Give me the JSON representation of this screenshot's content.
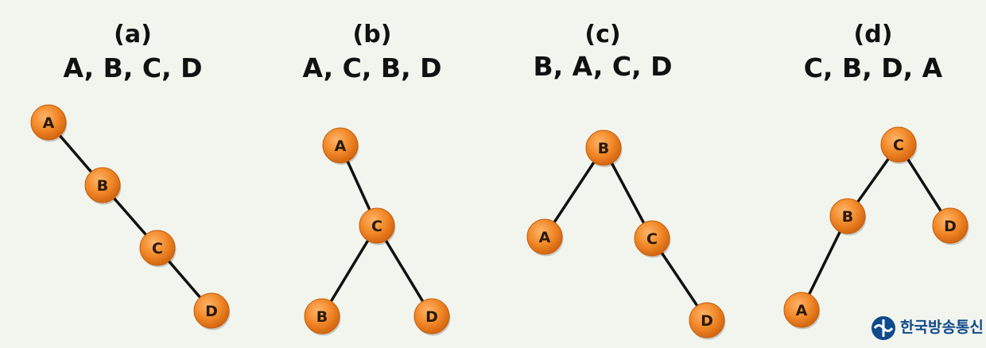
{
  "panels": [
    {
      "label": "(a)",
      "sequence": "A, B, C, D",
      "nodes": [
        {
          "id": "A",
          "label": "A"
        },
        {
          "id": "B",
          "label": "B"
        },
        {
          "id": "C",
          "label": "C"
        },
        {
          "id": "D",
          "label": "D"
        }
      ],
      "edges": [
        [
          "A",
          "B"
        ],
        [
          "B",
          "C"
        ],
        [
          "C",
          "D"
        ]
      ]
    },
    {
      "label": "(b)",
      "sequence": "A, C, B, D",
      "nodes": [
        {
          "id": "A",
          "label": "A"
        },
        {
          "id": "C",
          "label": "C"
        },
        {
          "id": "B",
          "label": "B"
        },
        {
          "id": "D",
          "label": "D"
        }
      ],
      "edges": [
        [
          "A",
          "C"
        ],
        [
          "C",
          "B"
        ],
        [
          "C",
          "D"
        ]
      ]
    },
    {
      "label": "(c)",
      "sequence": "B, A, C, D",
      "nodes": [
        {
          "id": "B",
          "label": "B"
        },
        {
          "id": "A",
          "label": "A"
        },
        {
          "id": "C",
          "label": "C"
        },
        {
          "id": "D",
          "label": "D"
        }
      ],
      "edges": [
        [
          "B",
          "A"
        ],
        [
          "B",
          "C"
        ],
        [
          "C",
          "D"
        ]
      ]
    },
    {
      "label": "(d)",
      "sequence": "C, B, D, A",
      "nodes": [
        {
          "id": "C",
          "label": "C"
        },
        {
          "id": "B",
          "label": "B"
        },
        {
          "id": "D",
          "label": "D"
        },
        {
          "id": "A",
          "label": "A"
        }
      ],
      "edges": [
        [
          "C",
          "B"
        ],
        [
          "C",
          "D"
        ],
        [
          "B",
          "A"
        ]
      ]
    }
  ],
  "logo": {
    "text": "한국방송통신"
  },
  "colors": {
    "background": "#f2f5ee",
    "node_fill": "#e8781e",
    "node_outline": "#c75f10",
    "edge": "#111111",
    "logo": "#0f4a8a"
  }
}
